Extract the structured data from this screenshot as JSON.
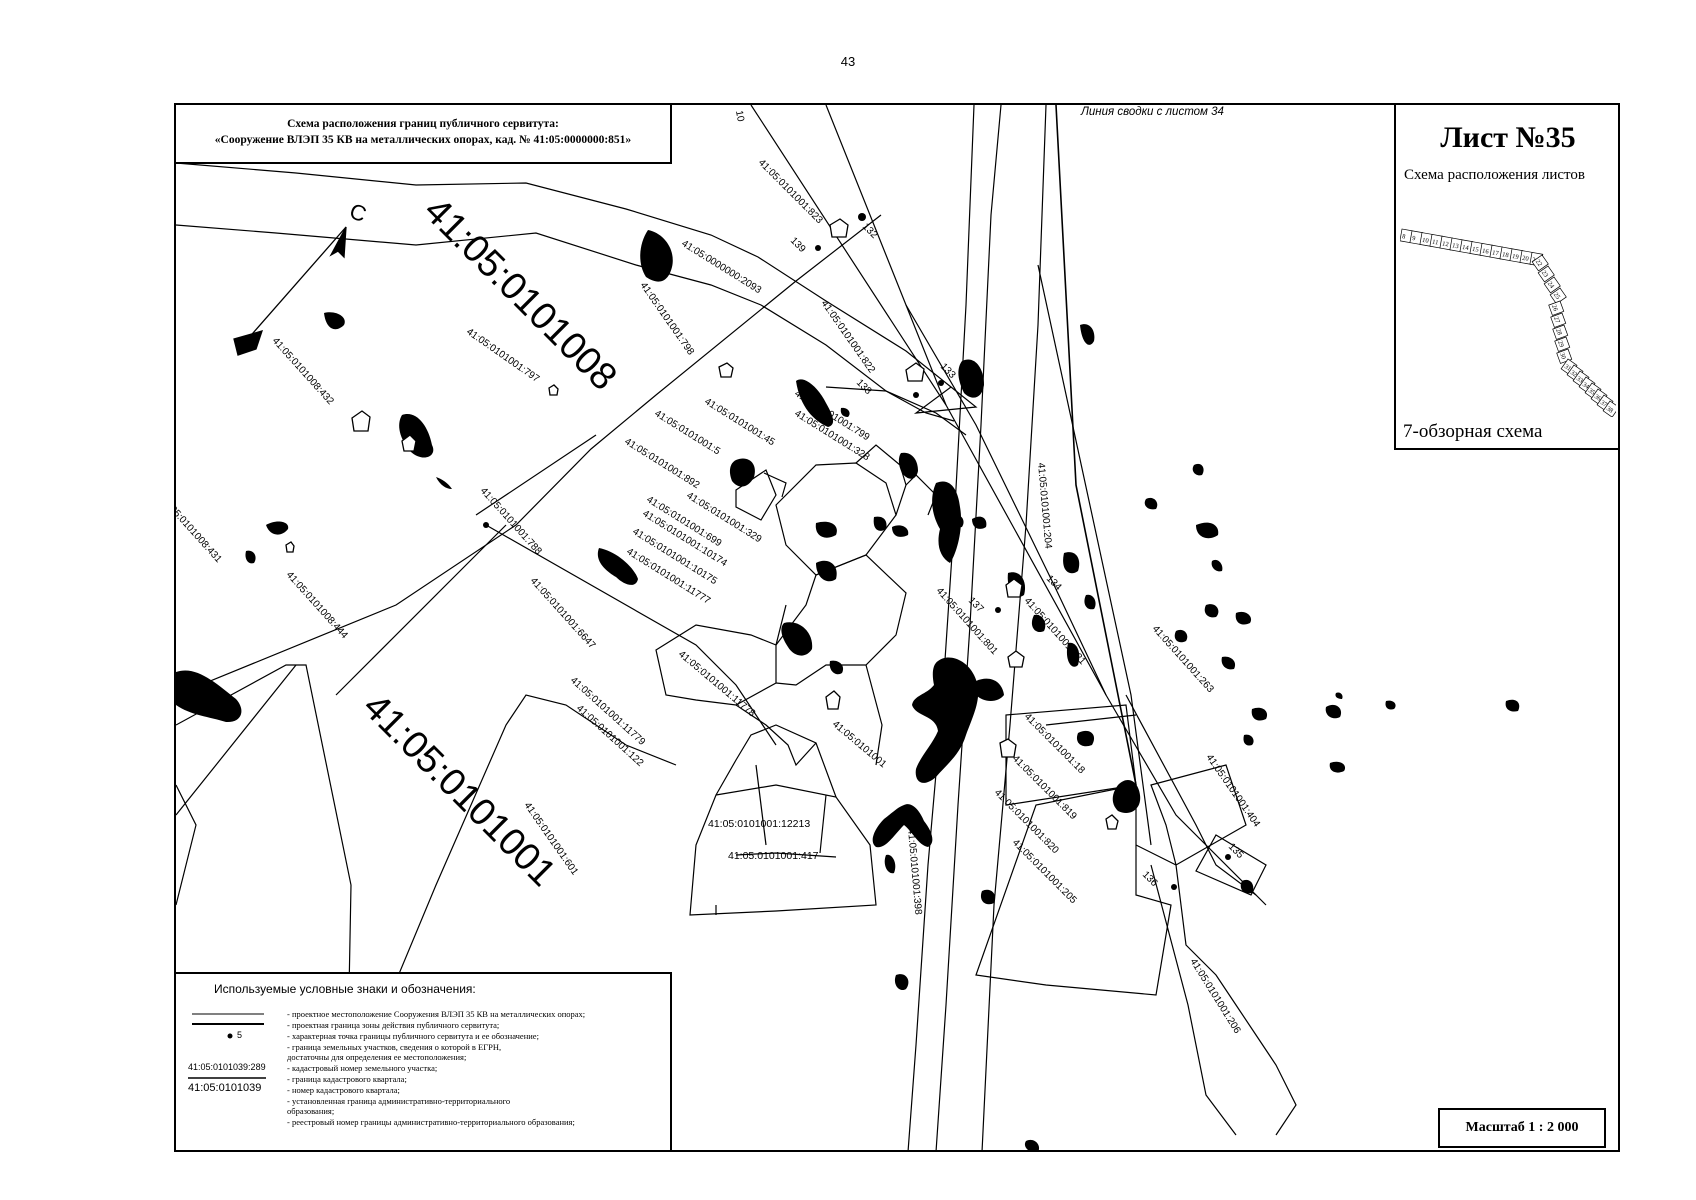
{
  "page_number": "43",
  "title": {
    "line1": "Схема расположения границ публичного сервитута:",
    "line2": "«Сооружение ВЛЭП 35 КВ на металлических опорах, кад. № 41:05:0000000:851»"
  },
  "sheet": {
    "title": "Лист №35",
    "subtitle": "Схема расположения листов",
    "overview_label": "7-обзорная схема"
  },
  "north_label": "С",
  "edge_note": "Линия сводки с листом 34",
  "quarters": {
    "top": "41:05:0101008",
    "bottom": "41:05:0101001"
  },
  "parcels": {
    "p823": "41:05:0101001:823",
    "p2093": "41:05:0000000:2093",
    "p822": "41:05:0101001:822",
    "p1798": "41:05:0101001:798",
    "p797": "41:05:0101001:797",
    "p432": "41:05:0101008:432",
    "p431": "41:05:0101008:431",
    "p444": "41:05:0101008:444",
    "p1788": "41:05:0101001:788",
    "p799": "41:05:0101001:799",
    "p328": "41:05:0101001:328",
    "p145": "41:05:0101001:45",
    "p15": "41:05:0101001:5",
    "p892": "41:05:0101001:892",
    "p329": "41:05:0101001:329",
    "p699": "41:05:0101001:699",
    "p10174": "41:05:0101001:10174",
    "p10175": "41:05:0101001:10175",
    "p11777": "41:05:0101001:11777",
    "p6647": "41:05:0101001:6647",
    "p11778": "41:05:0101001:11778",
    "p11779": "41:05:0101001:11779",
    "p1122": "41:05:0101001:122",
    "p601": "41:05:0101001:601",
    "p12213": "41:05:0101001:12213",
    "p417": "41:05:0101001:417",
    "p1010": "41:05:0101001",
    "p398": "41:05:0101001:398",
    "p204": "41:05:0101001:204",
    "p801": "41:05:0101001:801",
    "p821": "41:05:0101001:821",
    "p263": "41:05:0101001:263",
    "p1018": "41:05:0101001:18",
    "p819": "41:05:0101001:819",
    "p820": "41:05:0101001:820",
    "p205": "41:05:0101001:205",
    "p404": "41:05:0101001:404",
    "p206": "41:05:0101001:206"
  },
  "points": {
    "n10": "10",
    "n132": "132",
    "n139": "139",
    "n133": "133",
    "n138": "138",
    "n134": "134",
    "n137": "137",
    "n135": "135",
    "n136": "136"
  },
  "overview_sheets": [
    "8",
    "9",
    "10",
    "11",
    "12",
    "13",
    "14",
    "15",
    "16",
    "17",
    "18",
    "19",
    "20",
    "21",
    "22",
    "23",
    "24",
    "25",
    "26",
    "27",
    "28",
    "29",
    "30",
    "31",
    "32",
    "33",
    "34",
    "35",
    "36",
    "37",
    "38"
  ],
  "legend": {
    "heading": "Используемые условные знаки и обозначения:",
    "items": [
      "- проектное местоположение Сооружения ВЛЭП 35 КВ на металлических опорах;",
      "- проектная граница зоны действия публичного сервитута;",
      "- характерная точка границы публичного сервитута и ее обозначение;",
      "- граница земельных участков, сведения о которой в ЕГРН,",
      "  достаточны для определения ее местоположения;",
      "- кадастровый номер земельного участка;",
      "- граница кадастрового квартала;",
      "- номер кадастрового квартала;",
      "- установленная граница административно-территориального",
      "  образования;",
      "- реестровый номер границы административно-территориального  образования;"
    ],
    "point_example": "5",
    "cadastral_example": "41:05:0101039:289",
    "quarter_example": "41:05:0101039"
  },
  "scale": "Масштаб 1 : 2 000"
}
